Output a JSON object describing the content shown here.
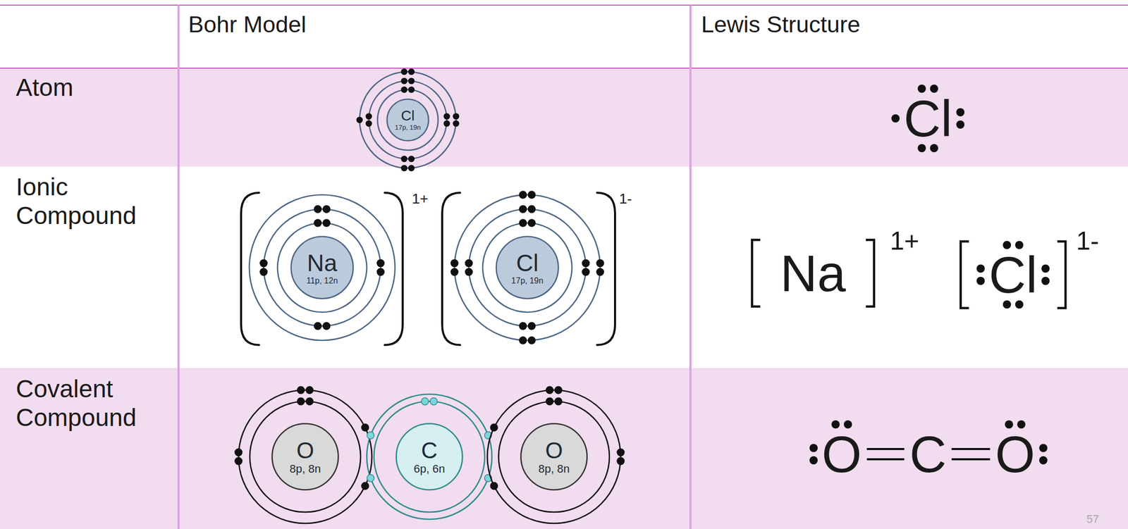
{
  "diagram": {
    "nodes": [
      {
        "text": [
          "Cl",
          "17p, 19n"
        ]
      },
      {
        "text": [
          "Na",
          "11p, 12n"
        ]
      },
      {
        "text": [
          "Cl",
          "17p, 19n"
        ]
      },
      {
        "text": [
          "O",
          "8p, 8n"
        ]
      },
      {
        "text": [
          "C",
          "6p, 6n"
        ]
      },
      {
        "text": [
          "O",
          "8p, 8n"
        ]
      }
    ],
    "labels": [
      "Bohr Model",
      "Lewis Structure",
      "Atom",
      "Ionic Compound",
      "Covalent Compound",
      "1+",
      "1-",
      "Cl",
      "Na",
      "1+",
      "Cl",
      "1-",
      "O",
      "C",
      "O",
      "57"
    ]
  }
}
